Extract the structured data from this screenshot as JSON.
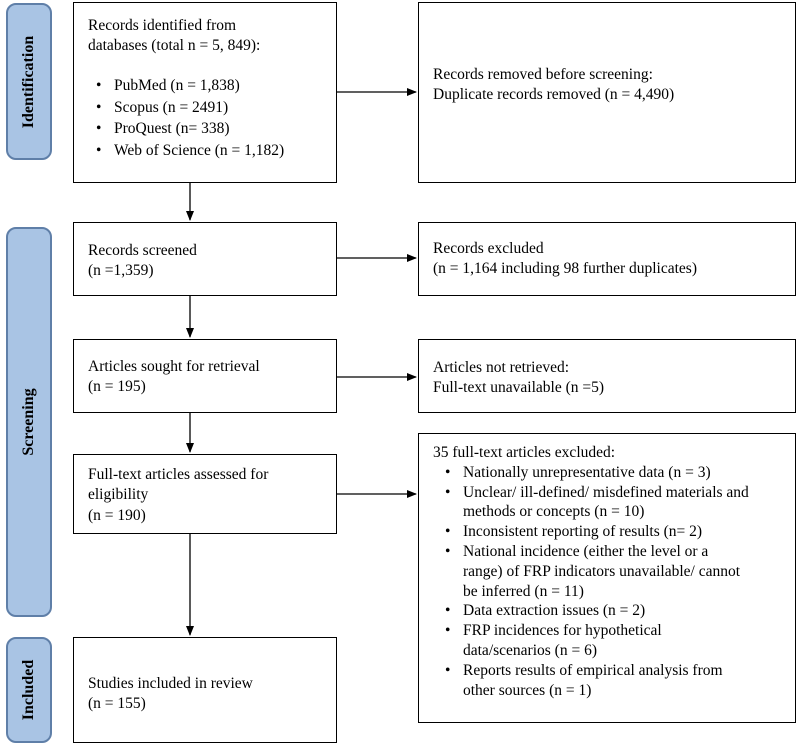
{
  "stages": {
    "identification": "Identification",
    "screening": "Screening",
    "included": "Included"
  },
  "identified": {
    "line1": "Records identified from",
    "line2": "databases (total n = 5, 849):",
    "sources": [
      "PubMed (n = 1,838)",
      "Scopus (n = 2491)",
      "ProQuest (n= 338)",
      "Web of Science (n = 1,182)"
    ]
  },
  "removed": {
    "line1": "Records removed before screening:",
    "line2": "Duplicate records removed (n = 4,490)"
  },
  "screened": {
    "line1": "Records screened",
    "line2": "(n =1,359)"
  },
  "excluded": {
    "line1": "Records excluded",
    "line2": "(n = 1,164 including 98 further duplicates)"
  },
  "sought": {
    "line1": "Articles sought for retrieval",
    "line2": "(n = 195)"
  },
  "not_retrieved": {
    "line1": "Articles not retrieved:",
    "line2": "Full-text unavailable (n =5)"
  },
  "assessed": {
    "line1": "Full-text articles assessed for",
    "line2": "eligibility",
    "line3": "(n = 190)"
  },
  "fulltext_excluded": {
    "title": "35 full-text articles excluded:",
    "reasons": [
      [
        "Nationally unrepresentative data (n = 3)"
      ],
      [
        "Unclear/ ill-defined/ misdefined materials and",
        "methods or concepts (n = 10)"
      ],
      [
        "Inconsistent reporting of results (n= 2)"
      ],
      [
        "National incidence (either the level or a",
        "range) of FRP indicators unavailable/ cannot",
        "be inferred (n = 11)"
      ],
      [
        "Data extraction issues (n = 2)"
      ],
      [
        "FRP incidences for hypothetical",
        "data/scenarios (n = 6)"
      ],
      [
        "Reports results of empirical analysis from",
        "other sources (n = 1)"
      ]
    ]
  },
  "included_studies": {
    "line1": "Studies included in review",
    "line2": "(n = 155)"
  }
}
